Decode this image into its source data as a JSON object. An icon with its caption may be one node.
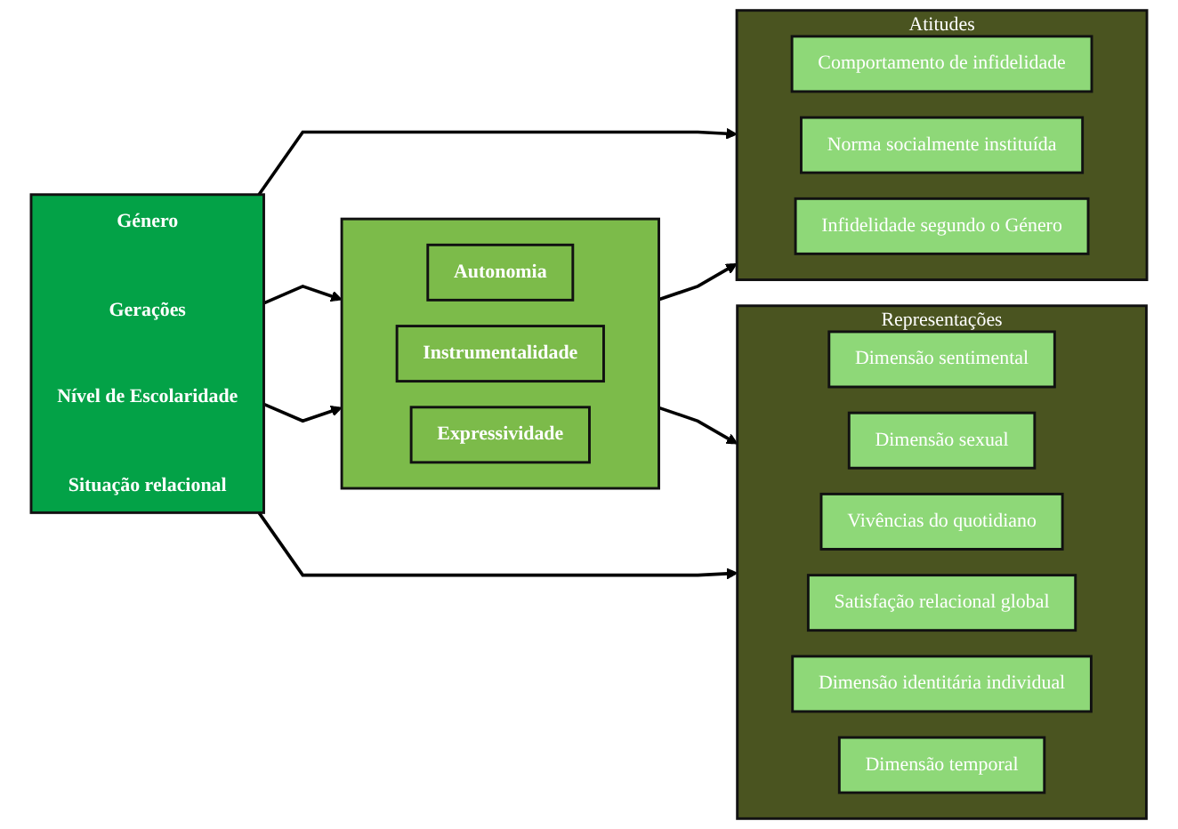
{
  "diagram": {
    "nodes": [
      {
        "text": [
          "Género",
          "Gerações",
          "Nível de Escolaridade",
          "Situação relacional"
        ]
      },
      {
        "text": [],
        "shape": "box"
      },
      {
        "text": [
          "Autonomia"
        ],
        "in": 1
      },
      {
        "text": [
          "Instrumentalidade"
        ],
        "in": 1
      },
      {
        "text": [
          "Expressividade"
        ],
        "in": 1
      },
      {
        "text": [
          "Atitudes"
        ]
      },
      {
        "text": [
          "Comportamento de infidelidade"
        ],
        "in": 5
      },
      {
        "text": [
          "Norma socialmente instituída"
        ],
        "in": 5
      },
      {
        "text": [
          "Infidelidade segundo o Género"
        ],
        "in": 5
      },
      {
        "text": [
          "Representações"
        ]
      },
      {
        "text": [
          "Dimensão sentimental"
        ],
        "in": 9
      },
      {
        "text": [
          "Dimensão sexual"
        ],
        "in": 9
      },
      {
        "text": [
          "Vivências do quotidiano"
        ],
        "in": 9
      },
      {
        "text": [
          "Satisfação relacional global"
        ],
        "in": 9
      },
      {
        "text": [
          "Dimensão identitária individual"
        ],
        "in": 9
      },
      {
        "text": [
          "Dimensão temporal"
        ],
        "in": 9
      }
    ],
    "edges": [
      {
        "from": 0,
        "to": 5,
        "arrow": "to"
      },
      {
        "from": 0,
        "to": 1,
        "arrow": "to"
      },
      {
        "from": 0,
        "to": 1,
        "arrow": "to"
      },
      {
        "from": 1,
        "to": 5,
        "arrow": "to"
      },
      {
        "from": 1,
        "to": 9,
        "arrow": "to"
      },
      {
        "from": 0,
        "to": 9,
        "arrow": "to"
      }
    ]
  }
}
